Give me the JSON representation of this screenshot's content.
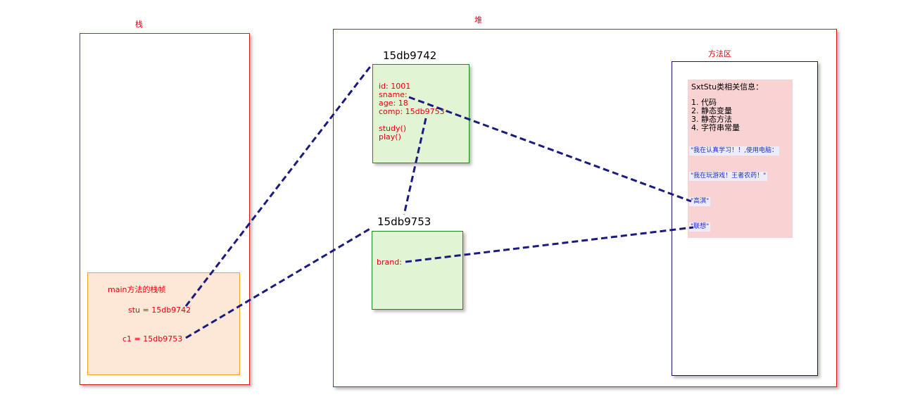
{
  "stack": {
    "title": "栈",
    "frame": {
      "title": "main方法的栈帧",
      "vars": [
        "stu = 15db9742",
        "c1 = 15db9753"
      ]
    }
  },
  "heap": {
    "title": "堆",
    "obj1": {
      "address": "15db9742",
      "fields": [
        "id:  1001",
        "sname:",
        "age: 18",
        "comp: 15db9753"
      ],
      "methods": [
        "study()",
        "play()"
      ]
    },
    "obj2": {
      "address": "15db9753",
      "fields": [
        "brand:"
      ]
    }
  },
  "method_area": {
    "title": "方法区",
    "class_info": {
      "title": "SxtStu类相关信息：",
      "items": [
        "1. 代码",
        "2. 静态变量",
        "3. 静态方法",
        "4. 字符串常量"
      ]
    },
    "strings": [
      "\"我在认真学习！！,使用电脑：",
      "\"我在玩游戏！王者农药！\"",
      "\"高淇\"",
      "\"联想\""
    ]
  },
  "colors": {
    "red_border": "#d4161e",
    "orange_border": "#f4a41e",
    "frame_fill": "#fde7d6",
    "green_border": "#1d8a1d",
    "green_fill": "#e1f4d4",
    "navy_border": "#14147a",
    "pink_fill": "#f9d3d3",
    "dash_line": "#1a1a80"
  }
}
